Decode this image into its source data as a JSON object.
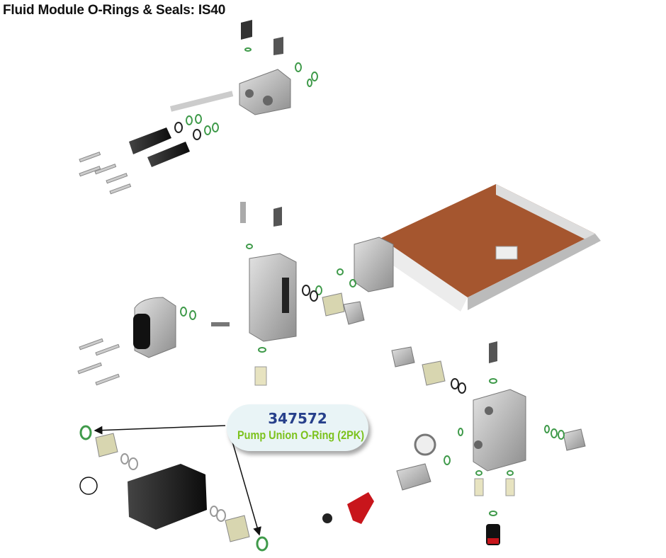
{
  "title": "Fluid Module O-Rings & Seals: IS40",
  "callout": {
    "part_number": "347572",
    "description": "Pump Union O-Ring (2PK)"
  },
  "colors": {
    "oring": "#3f9a4a",
    "block": "#b9b9b9",
    "plate": "#a5562f",
    "part_number": "#27408b",
    "description": "#7cc21d"
  }
}
